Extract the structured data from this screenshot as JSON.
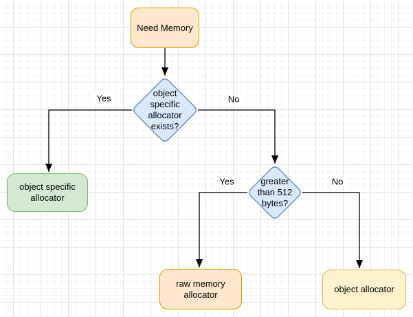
{
  "canvas": {
    "background_color": "#FFFFFF",
    "grid_major_color": "#E3E3E3",
    "grid_minor_color": "#F6F5F5"
  },
  "edge_color": "#000000",
  "nodes": {
    "need_memory": {
      "label": "Need Memory",
      "fill": "#FFE6CC",
      "stroke": "#D79B00"
    },
    "decision_object_specific": {
      "label": "object specific allocator exists?",
      "fill": "#DAE8FC",
      "stroke": "#6C8EBF"
    },
    "object_specific_allocator": {
      "label": "object specific allocator",
      "fill": "#D5E8D4",
      "stroke": "#82B366"
    },
    "decision_greater_512": {
      "label": "greater than 512 bytes?",
      "fill": "#DAE8FC",
      "stroke": "#6C8EBF"
    },
    "raw_memory_allocator": {
      "label": "raw memory allocator",
      "fill": "#FFE6CC",
      "stroke": "#D79B00"
    },
    "object_allocator": {
      "label": "object allocator",
      "fill": "#FFF2CC",
      "stroke": "#D6B656"
    }
  },
  "edges": {
    "decision1_yes": {
      "label": "Yes"
    },
    "decision1_no": {
      "label": "No"
    },
    "decision2_yes": {
      "label": "Yes"
    },
    "decision2_no": {
      "label": "No"
    }
  }
}
